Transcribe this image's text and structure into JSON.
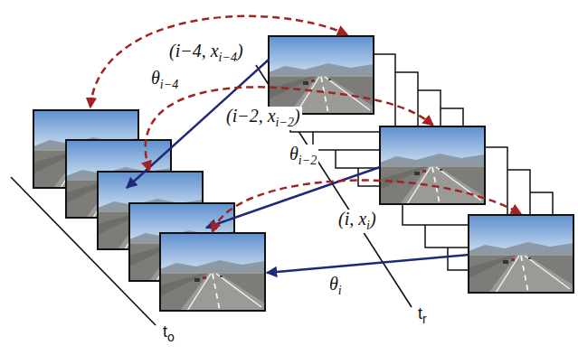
{
  "diagram": {
    "labels": [
      "(i−4, x",
      "i−4",
      ")",
      "θ",
      "i−4",
      "(i−2, x",
      "i−2",
      ")",
      "θ",
      "i−2",
      "(i, x",
      "i",
      ")",
      "θ",
      "i",
      "t",
      "o",
      "t",
      "r"
    ]
  }
}
